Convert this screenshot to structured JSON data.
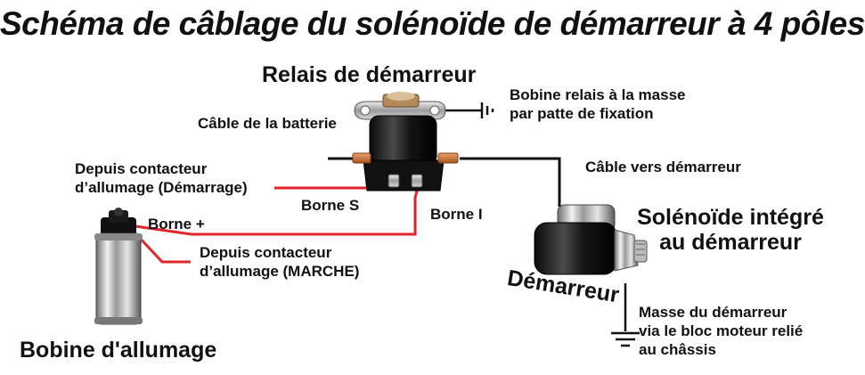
{
  "title": "Schéma de câblage du solénoïde de démarreur à 4 pôles",
  "labels": {
    "relay_title": "Relais de démarreur",
    "relay_ground_1": "Bobine relais à la masse",
    "relay_ground_2": "par patte de fixation",
    "battery_cable": "Câble de la batterie",
    "ignition_start_1": "Depuis contacteur",
    "ignition_start_2": "d’allumage (Démarrage)",
    "starter_cable": "Câble vers démarreur",
    "terminal_s": "Borne S",
    "terminal_i": "Borne I",
    "terminal_plus": "Borne +",
    "ignition_run_1": "Depuis contacteur",
    "ignition_run_2": "d’allumage (MARCHE)",
    "integrated_solenoid_1": "Solénoïde intégré",
    "integrated_solenoid_2": "au démarreur",
    "starter": "Démarreur",
    "starter_ground_1": "Masse du démarreur",
    "starter_ground_2": "via le bloc moteur relié",
    "starter_ground_3": "au châssis",
    "coil": "Bobine d'allumage"
  },
  "colors": {
    "wire_red": "#e0262b",
    "wire_black": "#111111",
    "copper": "#c8733a"
  }
}
